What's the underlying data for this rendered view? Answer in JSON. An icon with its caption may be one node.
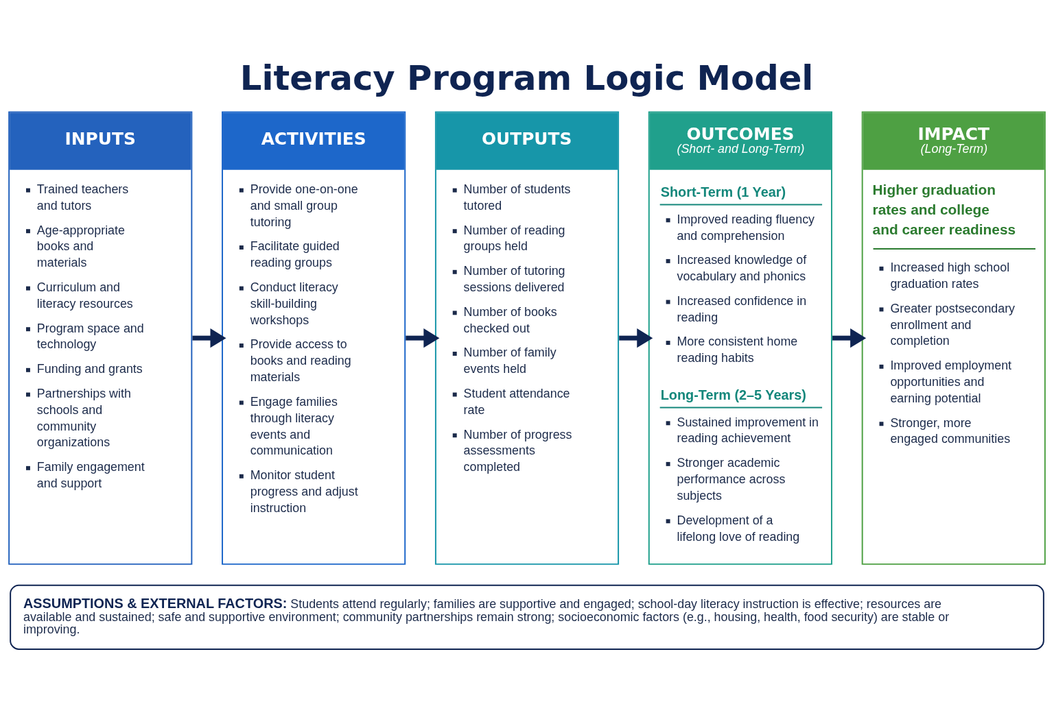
{
  "diagram": {
    "title": "Literacy Program Logic Model",
    "nodes": [
      {
        "text": [
          "INPUTS",
          "Trained teachers and tutors",
          "Age-appropriate books and materials",
          "Curriculum and literacy resources",
          "Program space and technology",
          "Funding and grants",
          "Partnerships with schools and community organizations",
          "Family engagement and support"
        ]
      },
      {
        "text": [
          "ACTIVITIES",
          "Provide one-on-one and small group tutoring",
          "Facilitate guided reading groups",
          "Conduct literacy skill-building workshops",
          "Provide access to books and reading materials",
          "Engage families through literacy events and communication",
          "Monitor student progress and adjust instruction"
        ]
      },
      {
        "text": [
          "OUTPUTS",
          "Number of students tutored",
          "Number of reading groups held",
          "Number of tutoring sessions delivered",
          "Number of books checked out",
          "Number of family events held",
          "Student attendance rate",
          "Number of progress assessments completed"
        ]
      },
      {
        "text": [
          "OUTCOMES",
          "(Short- and Long-Term)",
          "Short-Term (1 Year)",
          "Improved reading fluency and comprehension",
          "Increased knowledge of vocabulary and phonics",
          "Increased confidence in reading",
          "More consistent home reading habits",
          "Long-Term (2–5 Years)",
          "Sustained improvement in reading achievement",
          "Stronger academic performance across subjects",
          "Development of a lifelong love of reading"
        ]
      },
      {
        "text": [
          "IMPACT",
          "(Long-Term)",
          "Higher graduation rates and college and career readiness",
          "Increased high school graduation rates",
          "Greater postsecondary enrollment and completion",
          "Improved employment opportunities and earning potential",
          "Stronger, more engaged communities"
        ]
      },
      {
        "text": [
          "ASSUMPTIONS & EXTERNAL FACTORS:",
          "Students attend regularly; families are supportive and engaged; school-day literacy instruction is effective; resources are available and sustained; safe and supportive environment; community partnerships remain strong; socioeconomic factors (e.g., housing, health, food security) are stable or improving."
        ]
      }
    ],
    "edges": [
      {
        "from": 0,
        "to": 1,
        "arrow": "to"
      },
      {
        "from": 1,
        "to": 2,
        "arrow": "to"
      },
      {
        "from": 2,
        "to": 3,
        "arrow": "to"
      },
      {
        "from": 3,
        "to": 4,
        "arrow": "to"
      }
    ]
  }
}
